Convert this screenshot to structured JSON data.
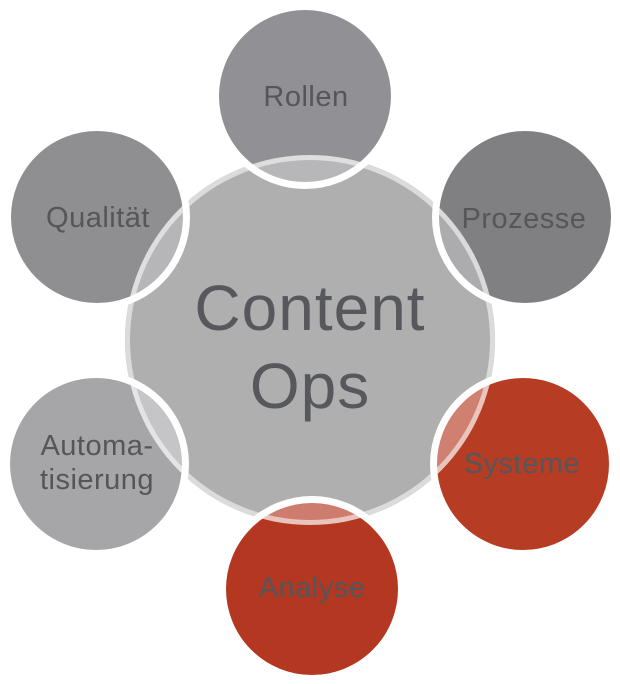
{
  "diagram": {
    "center": {
      "label": "Content\nOps",
      "base_fill": "#848486",
      "apparent_fill": "#afaeb1",
      "overlay_fill": "rgba(255,255,255,0.35)",
      "text_color": "#57585b"
    },
    "ring_color": "#ffffff",
    "label_color": "#55565a",
    "satellites": [
      {
        "id": "rollen",
        "label": "Rollen",
        "fill": "#919094"
      },
      {
        "id": "prozesse",
        "label": "Prozesse",
        "fill": "#808083"
      },
      {
        "id": "systeme",
        "label": "Systeme",
        "fill": "#b63c24"
      },
      {
        "id": "analyse",
        "label": "Analyse",
        "fill": "#b33721"
      },
      {
        "id": "automatisierung",
        "label": "Automa-\ntisierung",
        "fill": "#a6a5a8"
      },
      {
        "id": "qualitaet",
        "label": "Qualität",
        "fill": "#8f8e91"
      }
    ]
  }
}
